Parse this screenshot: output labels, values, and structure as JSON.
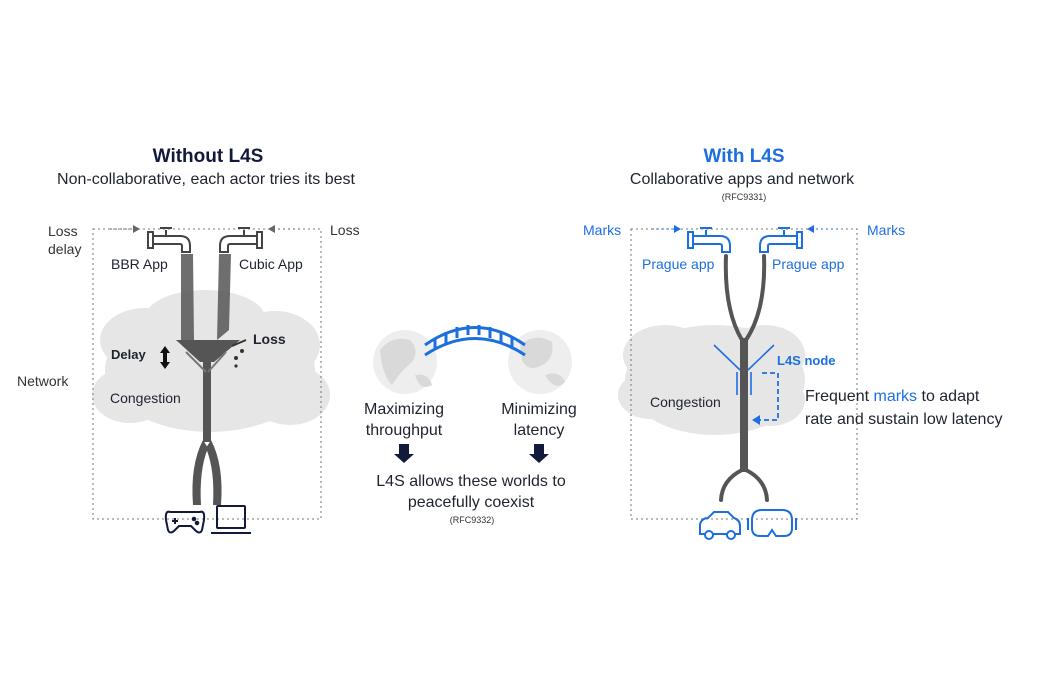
{
  "left": {
    "title": "Without L4S",
    "subtitle": "Non-collaborative, each actor tries its best",
    "side_left_top": "Loss\ndelay",
    "side_left_network": "Network",
    "side_right_top": "Loss",
    "app1": "BBR App",
    "app2": "Cubic App",
    "delay": "Delay",
    "loss": "Loss",
    "congestion": "Congestion"
  },
  "middle": {
    "left_text": "Maximizing\nthroughput",
    "right_text": "Minimizing\nlatency",
    "coexist": "L4S allows these worlds to\npeacefully coexist",
    "rfc": "(RFC9332)"
  },
  "right": {
    "title": "With L4S",
    "subtitle": "Collaborative apps and network",
    "rfc": "(RFC9331)",
    "marks_left": "Marks",
    "marks_right": "Marks",
    "app1": "Prague app",
    "app2": "Prague app",
    "node": "L4S node",
    "congestion": "Congestion",
    "note_prefix": "Frequent ",
    "note_marks": "marks",
    "note_suffix": " to adapt",
    "note_line2": "rate and sustain low latency"
  },
  "colors": {
    "blue": "#1d6fe0",
    "navy": "#13193a",
    "pipe": "#5a5a5a",
    "cloud": "#e4e4e4"
  },
  "icons": [
    "faucet-icon",
    "gamepad-icon",
    "laptop-icon",
    "car-icon",
    "vr-headset-icon",
    "bridge-icon",
    "down-arrow-icon"
  ]
}
